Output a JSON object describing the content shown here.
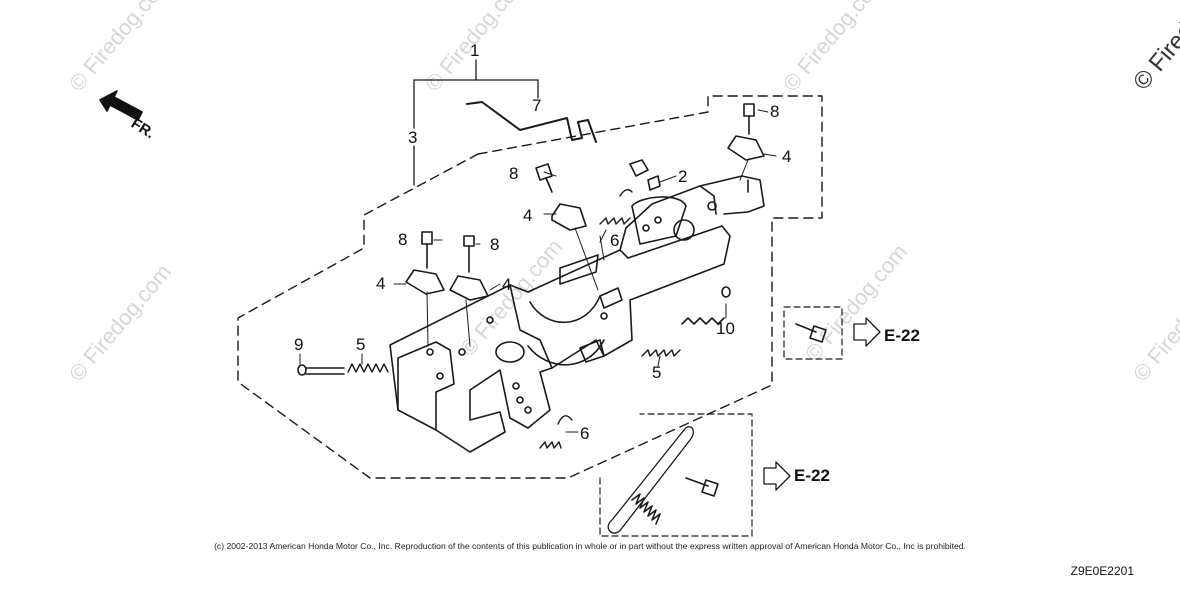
{
  "watermark": "© Firedog.com",
  "front_marker": "FR.",
  "callouts": [
    "1",
    "2",
    "3",
    "4",
    "5",
    "6",
    "7",
    "8",
    "9",
    "10"
  ],
  "refs": [
    "E-22",
    "E-22"
  ],
  "copyright": "(c) 2002-2013 American Honda Motor Co., Inc. Reproduction of the contents of this publication in whole or in part without the express written approval of American Honda Motor Co., Inc is prohibited.",
  "diagram_code": "Z9E0E2201"
}
